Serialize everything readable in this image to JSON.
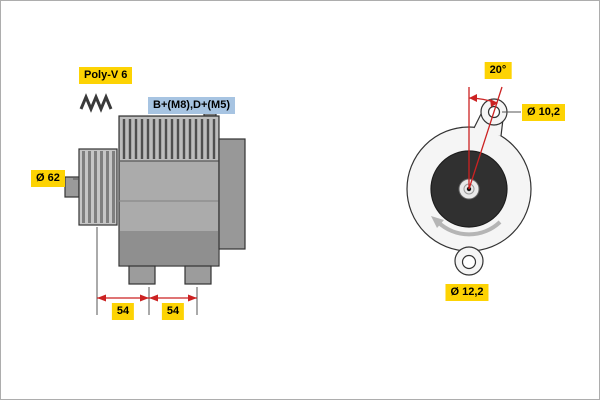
{
  "labels": {
    "belt_type": "Poly-V 6",
    "terminals": "B+(M8),D+(M5)",
    "pulley_diameter": "Ø 62",
    "dim_left": "54",
    "dim_right": "54",
    "angle": "20°",
    "hole_top_diameter": "Ø 10,2",
    "hole_bottom_diameter": "Ø 12,2"
  },
  "icons": {
    "belt_profile": "belt-profile-icon",
    "rotation_arrow": "rotation-arrow-icon"
  },
  "colors": {
    "highlight_yellow": "#fdd303",
    "highlight_blue": "#a7c4e2",
    "dimension_red": "#cc2222"
  }
}
